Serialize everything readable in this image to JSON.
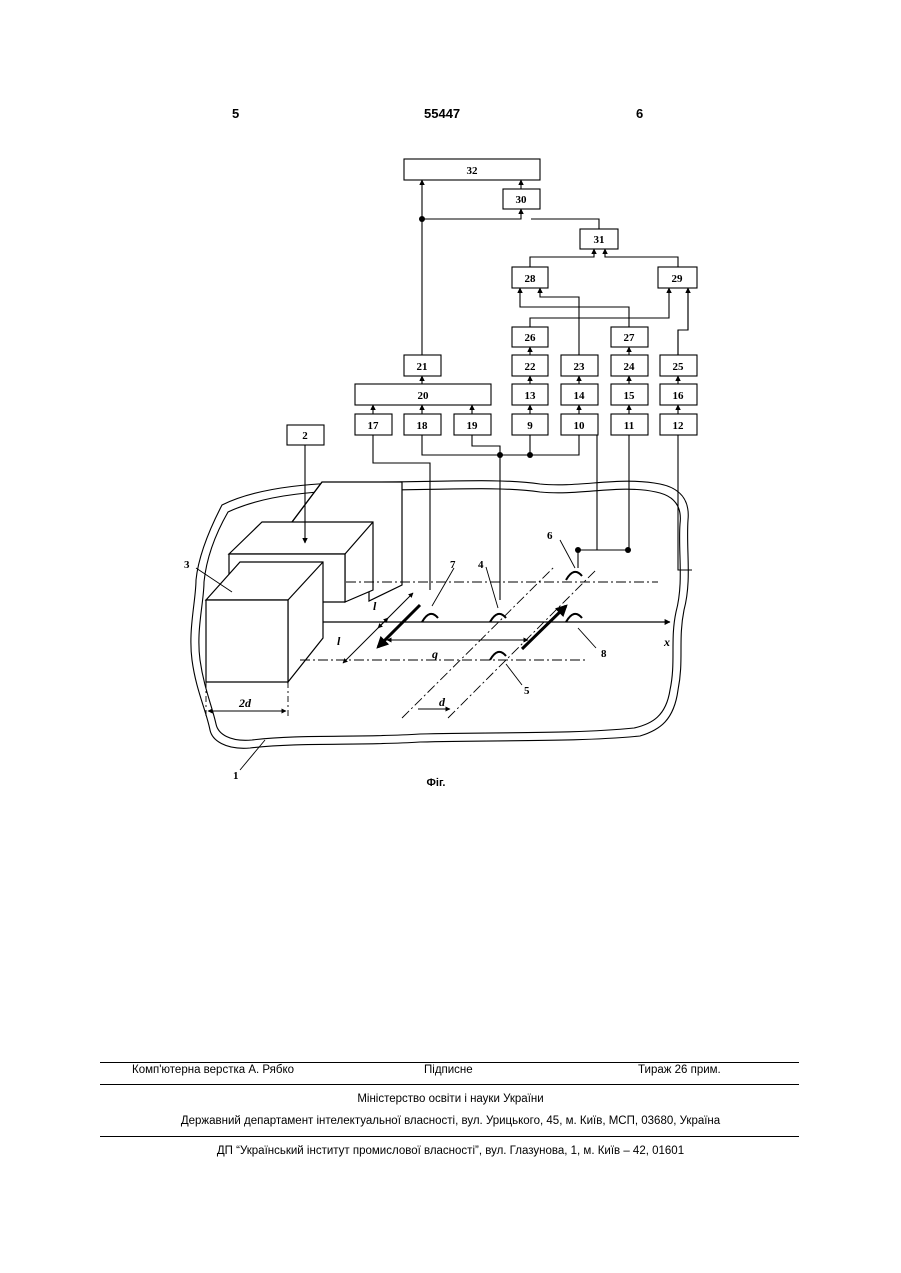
{
  "header": {
    "page_left": "5",
    "doc_number": "55447",
    "page_right": "6"
  },
  "figure": {
    "caption": "Фіг.",
    "blocks": [
      "32",
      "30",
      "31",
      "28",
      "29",
      "26",
      "27",
      "21",
      "22",
      "23",
      "24",
      "25",
      "20",
      "13",
      "14",
      "15",
      "16",
      "17",
      "18",
      "19",
      "9",
      "10",
      "11",
      "12",
      "2"
    ],
    "part_labels": [
      "1",
      "3",
      "4",
      "5",
      "6",
      "7",
      "8"
    ],
    "dimension_labels": {
      "l_upper": "l",
      "l_lower": "l",
      "q": "q",
      "x": "x",
      "d": "d",
      "two_d": "2d"
    }
  },
  "footer": {
    "layout": "Комп'ютерна верстка А. Рябко",
    "signed": "Підписне",
    "circulation": "Тираж 26 прим.",
    "ministry": "Міністерство освіти і науки України",
    "department": "Державний департамент інтелектуальної власності, вул. Урицького, 45, м. Київ, МСП, 03680, Україна",
    "institute": "ДП “Український інститут промислової власності”, вул. Глазунова, 1, м. Київ – 42, 01601"
  }
}
